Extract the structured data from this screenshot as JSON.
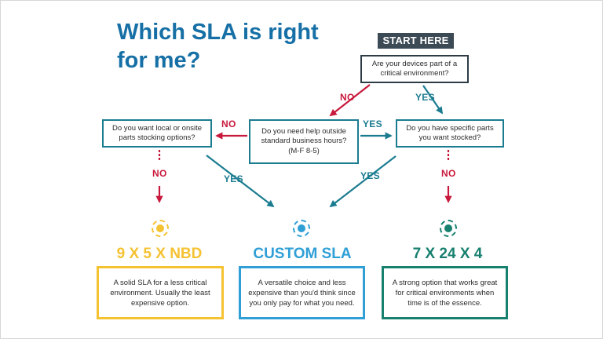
{
  "title": "Which SLA is right for me?",
  "start_label": "START HERE",
  "questions": {
    "start": [
      "Are your devices part of a",
      "critical environment?"
    ],
    "left": [
      "Do you want local or onsite",
      "parts stocking options?"
    ],
    "middle": [
      "Do you need help outside",
      "standard business hours?",
      "(M-F 8-5)"
    ],
    "right": [
      "Do you have specific parts",
      "you want stocked?"
    ]
  },
  "edge_labels": {
    "start_no": "NO",
    "start_yes": "YES",
    "middle_no": "NO",
    "middle_yes": "YES",
    "left_no": "NO",
    "left_yes": "YES",
    "right_no": "NO",
    "right_yes": "YES"
  },
  "outcomes": [
    {
      "title": "9 X 5 X NBD",
      "description": "A solid SLA for a less critical environment. Usually the least expensive option.",
      "color": "#f5c232"
    },
    {
      "title": "CUSTOM SLA",
      "description": "A versatile choice and less expensive than you'd think since you only pay for what you need.",
      "color": "#2f9fd6"
    },
    {
      "title": "7 X 24 X 4",
      "description": "A strong option that works great for critical environments when time is of the essence.",
      "color": "#17806f"
    }
  ],
  "colors": {
    "title": "#1670a6",
    "no": "#c8193c",
    "yes": "#1b7c90",
    "box_dark": "#2d3b45",
    "start_bg": "#3c4a55"
  }
}
